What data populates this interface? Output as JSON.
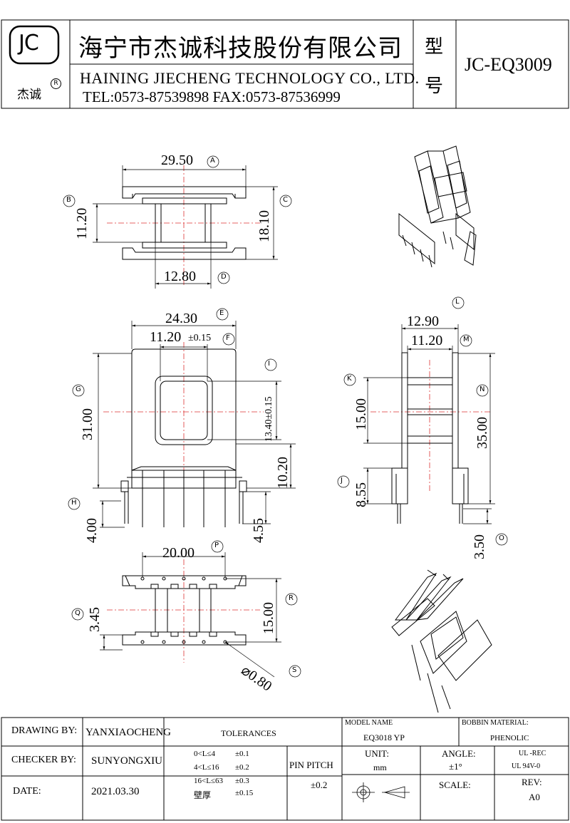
{
  "title_block": {
    "logo_letters": "JC",
    "logo_brand": "杰诚",
    "logo_reg": "R",
    "company_cn": "海宁市杰诚科技股份有限公司",
    "company_en": "HAINING JIECHENG TECHNOLOGY CO., LTD.",
    "contact": "TEL:0573-87539898   FAX:0573-87536999",
    "model_label_1": "型",
    "model_label_2": "号",
    "model_code": "JC-EQ3009"
  },
  "views": {
    "top": {
      "width_dim": "29.50",
      "width_tag": "A",
      "left_dim": "11.20",
      "left_tag": "B",
      "right_dim": "18.10",
      "right_tag": "C",
      "core_dim": "12.80",
      "core_tag": "D"
    },
    "front": {
      "width_dim": "24.30",
      "width_tag": "E",
      "window_dim": "11.20",
      "window_tol": "±0.15",
      "window_tag": "F",
      "height_dim": "31.00",
      "height_tag": "G",
      "window_h_dim": "13.40±0.15",
      "window_h_tag": "I",
      "lower_dim": "10.20",
      "pin_dim": "4.00",
      "pin_tag": "H",
      "pin2_dim": "4.55"
    },
    "side": {
      "width_dim": "12.90",
      "width_tag": "L",
      "inner_dim": "11.20",
      "inner_tag": "M",
      "height_dim": "35.00",
      "height_tag": "N",
      "wind_dim": "15.00",
      "wind_tag": "K",
      "base_dim": "8.55",
      "base_tag": "J",
      "pin_dim": "3.50",
      "pin_tag": "O"
    },
    "bottom": {
      "pitch_dim": "20.00",
      "pitch_tag": "P",
      "row_dim": "15.00",
      "row_tag": "R",
      "offset_dim": "3.45",
      "offset_tag": "Q",
      "hole_dim": "⌀0.80",
      "hole_tag": "S"
    }
  },
  "footer": {
    "drawing_by_label": "DRAWING  BY:",
    "drawing_by_value": "YANXIAOCHENG",
    "checker_by_label": "CHECKER  BY:",
    "checker_by_value": "SUNYONGXIU",
    "date_label": "DATE:",
    "date_value": "2021.03.30",
    "tolerances_label": "TOLERANCES",
    "tol_rows": [
      {
        "range": "0<L≤4",
        "value": "±0.1"
      },
      {
        "range": "4<L≤16",
        "value": "±0.2"
      },
      {
        "range": "16<L≤63",
        "value": "±0.3"
      },
      {
        "range": "壁厚",
        "value": "±0.15"
      }
    ],
    "pin_pitch_label": "PIN PITCH",
    "pin_pitch_value": "±0.2",
    "model_name_label": "MODEL NAME",
    "model_name_value": "EQ3018  YP",
    "bobbin_material_label": "BOBBIN MATERIAL:",
    "bobbin_material_value": "PHENOLIC",
    "unit_label": "UNIT:",
    "unit_value": "mm",
    "angle_label": "ANGLE:",
    "angle_value": "±1°",
    "ul_rec": "UL -REC",
    "ul_rating": "UL  94V-0",
    "scale_label": "SCALE:",
    "rev_label": "REV:",
    "rev_value": "A0"
  }
}
